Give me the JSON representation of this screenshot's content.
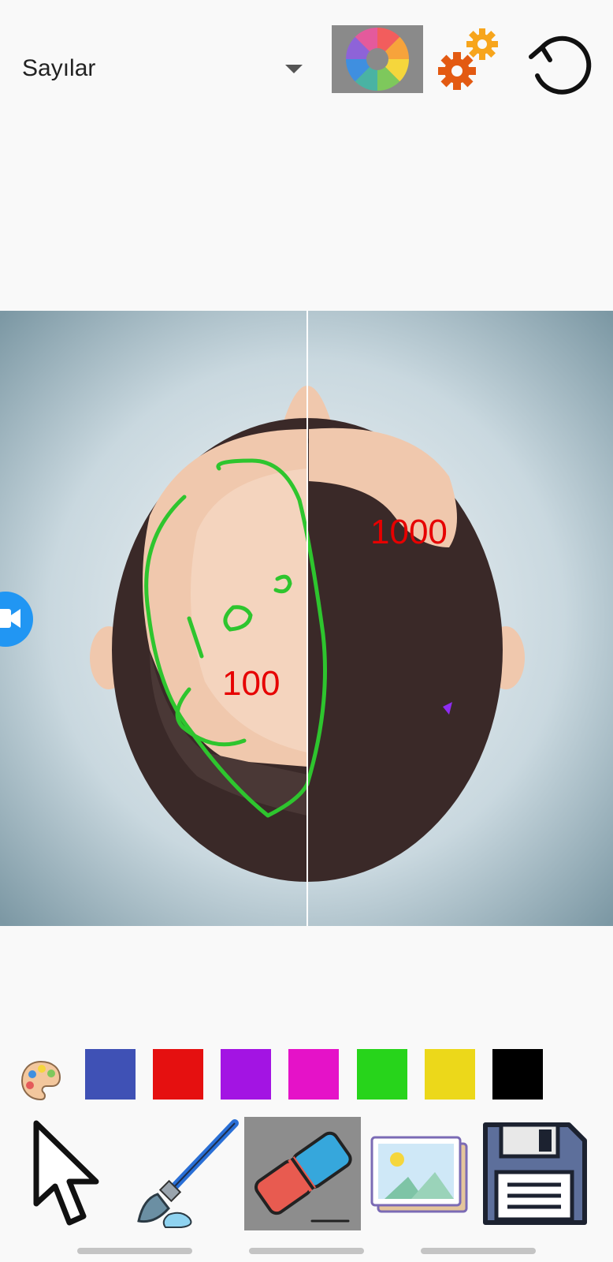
{
  "toolbar": {
    "mode_select": {
      "selected": "Sayılar"
    },
    "icons": [
      "color-wheel-icon",
      "gears-icon",
      "undo-icon"
    ]
  },
  "canvas": {
    "annotations": [
      {
        "id": "annot-100",
        "text": "100",
        "color": "#e60000"
      },
      {
        "id": "annot-1000",
        "text": "1000",
        "color": "#e60000"
      }
    ],
    "stroke_color": "#2ec52e",
    "divider_color": "#ffffff"
  },
  "palette": {
    "icon": "palette-icon",
    "colors": [
      "#3f51b5",
      "#e51010",
      "#a314e3",
      "#e512c8",
      "#27d41b",
      "#ecd81a",
      "#000000"
    ]
  },
  "tools": [
    {
      "name": "pointer",
      "icon": "cursor-arrow-icon",
      "selected": false
    },
    {
      "name": "brush",
      "icon": "paintbrush-icon",
      "selected": false
    },
    {
      "name": "eraser",
      "icon": "eraser-icon",
      "selected": true
    },
    {
      "name": "image",
      "icon": "image-gallery-icon",
      "selected": false
    },
    {
      "name": "save",
      "icon": "floppy-disk-icon",
      "selected": false
    }
  ],
  "floating": {
    "camera_icon": "video-camera-icon",
    "accent": "#2196f3"
  }
}
